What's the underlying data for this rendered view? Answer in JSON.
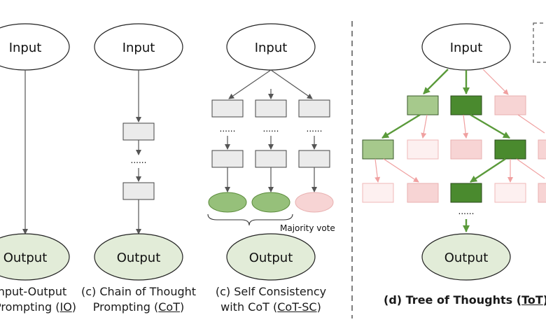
{
  "nodes": {
    "input": "Input",
    "output": "Output",
    "ellipsis": "......",
    "majority_vote": "Majority vote"
  },
  "captions": {
    "io": {
      "line1": "Input-Output",
      "line2_prefix": "Prompting (",
      "abbr": "IO",
      "suffix": ")"
    },
    "cot": {
      "line1": "(c) Chain of Thought",
      "line2_prefix": "Prompting (",
      "abbr": "CoT",
      "suffix": ")"
    },
    "cotsc": {
      "line1": "(c) Self Consistency",
      "line2_prefix": "with CoT (",
      "abbr": "CoT-SC",
      "suffix": ")"
    },
    "tot": {
      "prefix": "(d) Tree of Thoughts (",
      "abbr": "ToT",
      "suffix": ")"
    }
  },
  "colors": {
    "node_fill": "#ebebeb",
    "output_fill": "#e2ecd8",
    "green_dark": "#4a8a2e",
    "green_light": "#a6c98c",
    "pink_fill": "#f7d4d4",
    "pink_pale": "#fdf0f0",
    "pink_edge": "#f0a0a0",
    "gray_edge": "#555555",
    "green_edge": "#5a9a3a"
  }
}
